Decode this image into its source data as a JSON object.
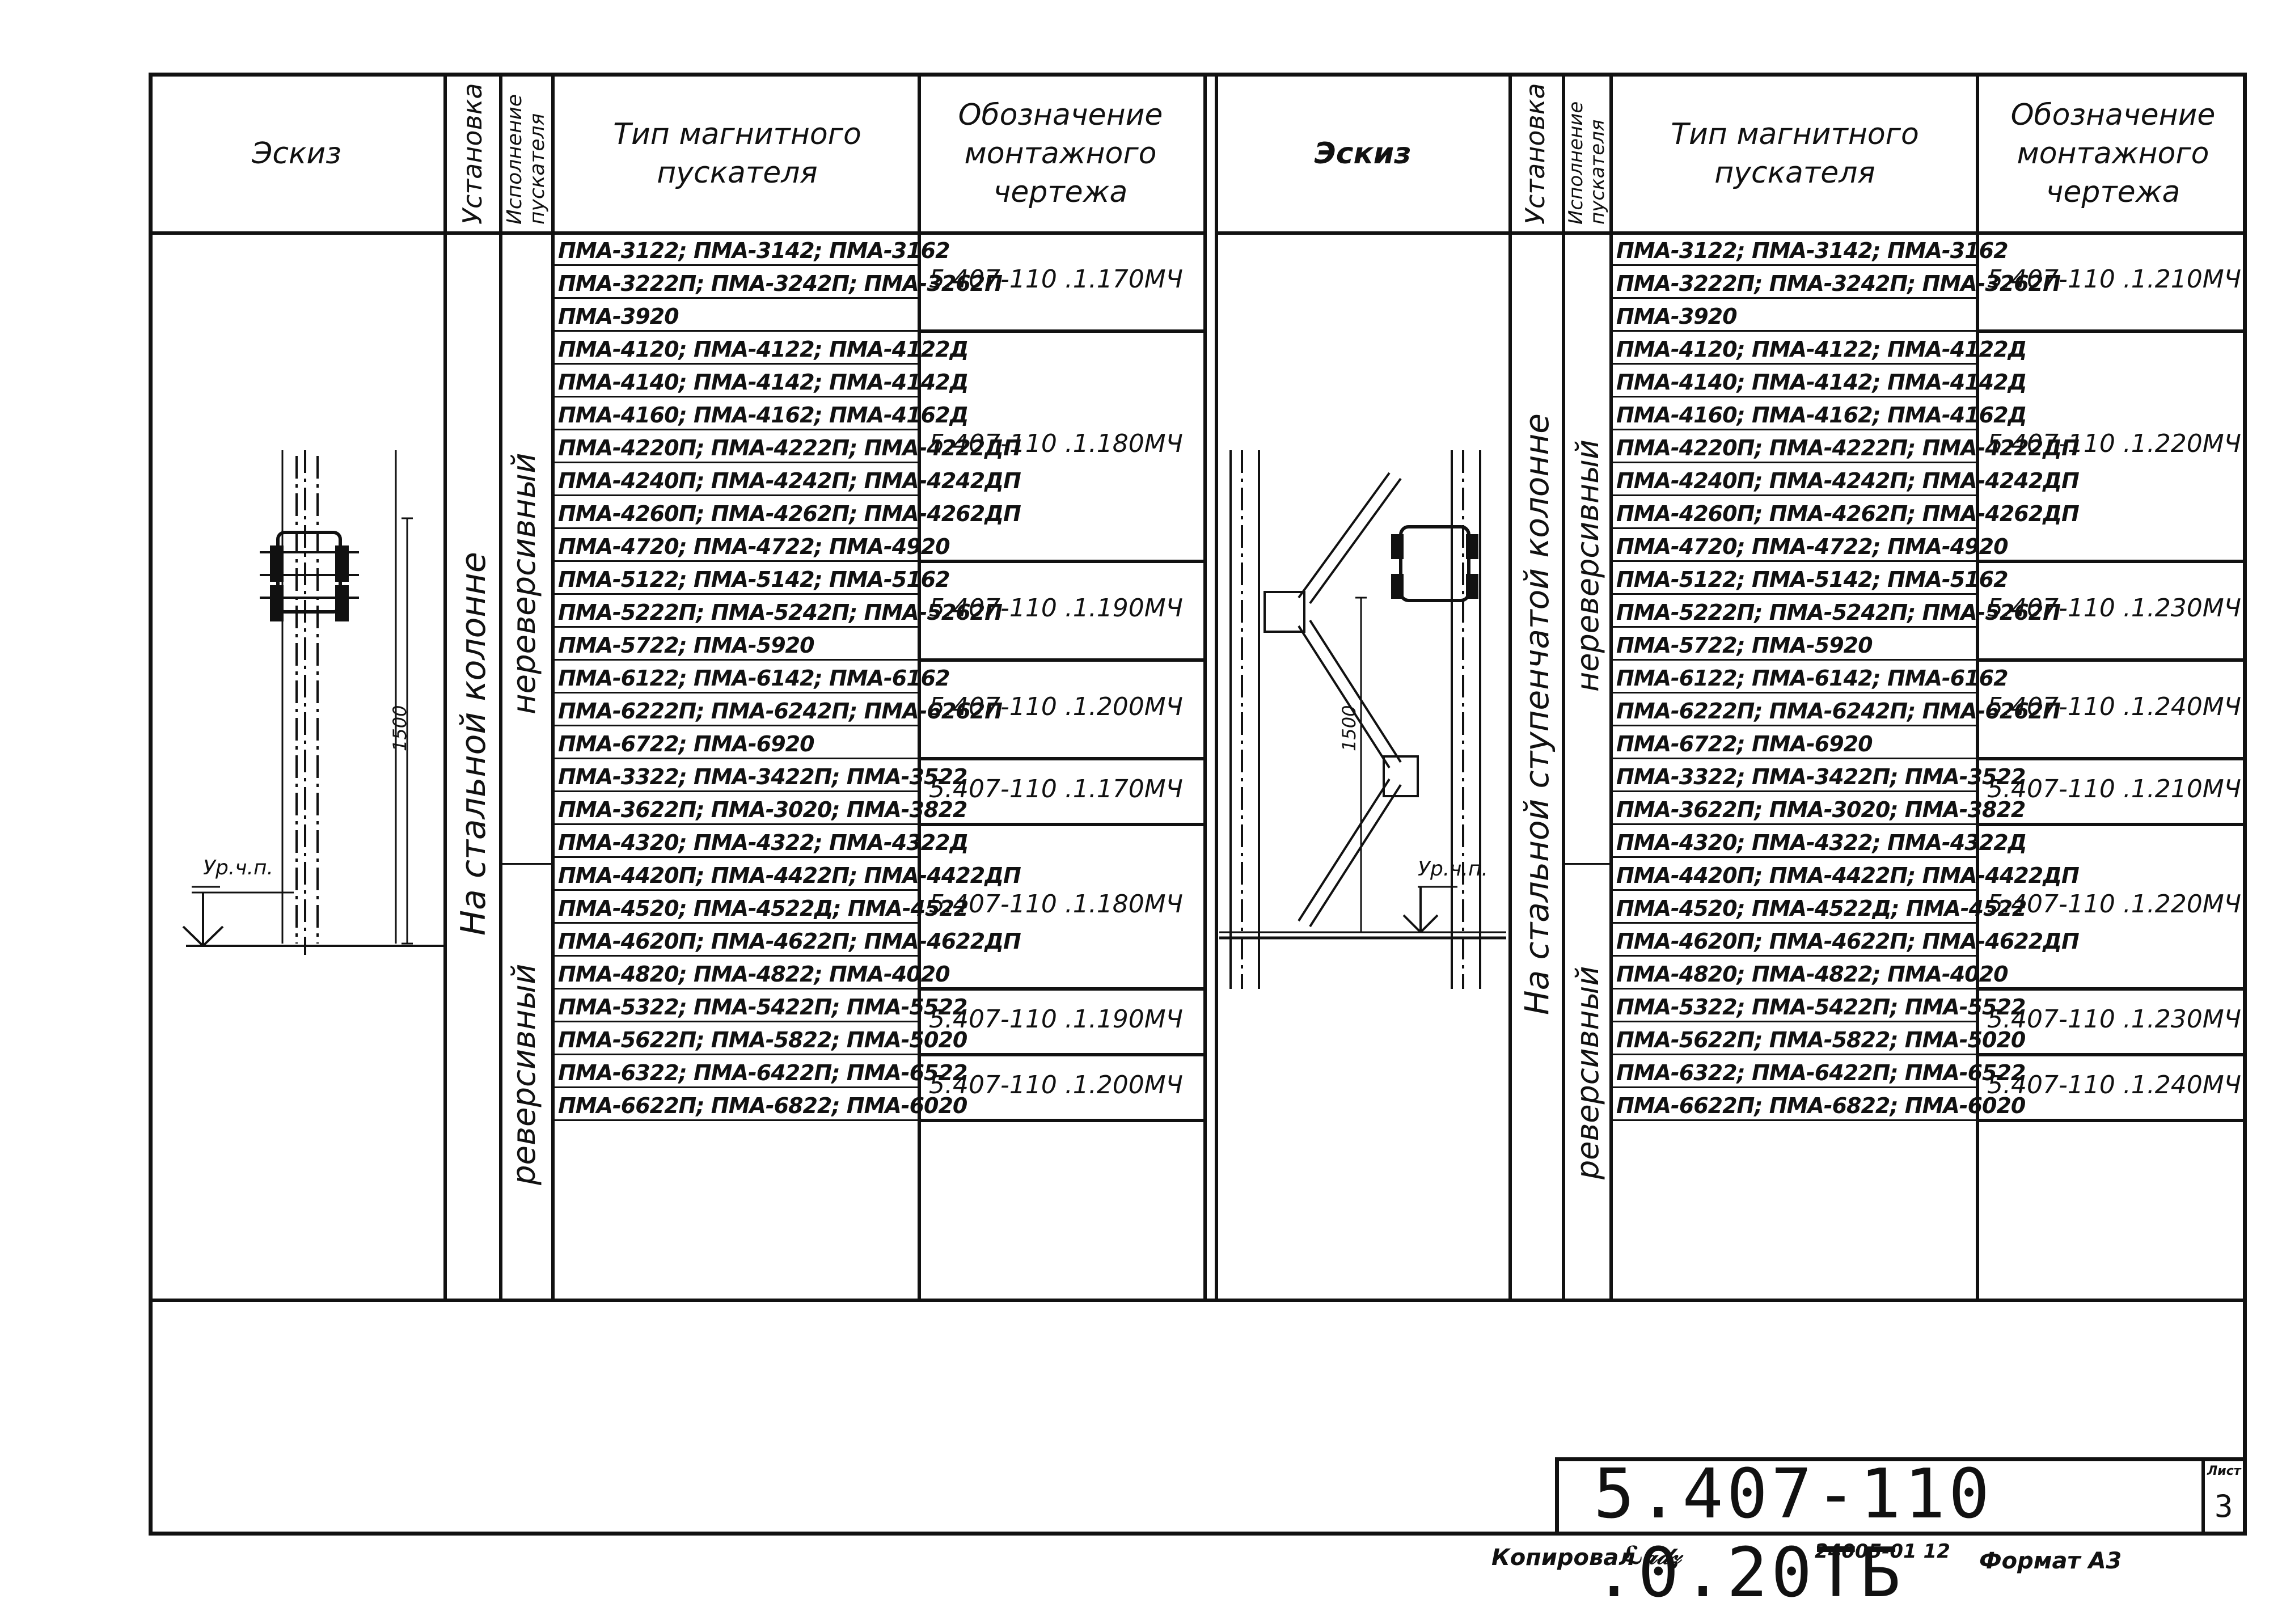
{
  "left": {
    "headers": {
      "sketch": "Эскиз",
      "installation": "Установка",
      "execution": "Исполнение пускателя",
      "type": "Тип магнитного пускателя",
      "designation": "Обозначение монтажного чертежа"
    },
    "installation_label": "На стальной колонне",
    "exec_labels": [
      "нереверсивный",
      "реверсивный"
    ],
    "sketch_labels": {
      "level": "Ур.ч.п.",
      "dimension": "1500"
    },
    "groups": [
      {
        "rows": [
          "ПМА-3122; ПМА-3142; ПМА-3162",
          "ПМА-3222П; ПМА-3242П; ПМА-3262П",
          "ПМА-3920"
        ],
        "code": "5.407-110 .1.170МЧ"
      },
      {
        "rows": [
          "ПМА-4120; ПМА-4122; ПМА-4122Д",
          "ПМА-4140; ПМА-4142; ПМА-4142Д",
          "ПМА-4160; ПМА-4162; ПМА-4162Д",
          "ПМА-4220П; ПМА-4222П; ПМА-4222ДП",
          "ПМА-4240П; ПМА-4242П; ПМА-4242ДП",
          "ПМА-4260П; ПМА-4262П; ПМА-4262ДП",
          "ПМА-4720; ПМА-4722; ПМА-4920"
        ],
        "code": "5.407-110 .1.180МЧ"
      },
      {
        "rows": [
          "ПМА-5122; ПМА-5142; ПМА-5162",
          "ПМА-5222П; ПМА-5242П; ПМА-5262П",
          "ПМА-5722; ПМА-5920"
        ],
        "code": "5.407-110 .1.190МЧ"
      },
      {
        "rows": [
          "ПМА-6122; ПМА-6142; ПМА-6162",
          "ПМА-6222П; ПМА-6242П; ПМА-6262П",
          "ПМА-6722; ПМА-6920"
        ],
        "code": "5.407-110 .1.200МЧ"
      },
      {
        "rows": [
          "ПМА-3322; ПМА-3422П; ПМА-3522",
          "ПМА-3622П; ПМА-3020; ПМА-3822"
        ],
        "code": "5.407-110 .1.170МЧ"
      },
      {
        "rows": [
          "ПМА-4320; ПМА-4322; ПМА-4322Д",
          "ПМА-4420П; ПМА-4422П; ПМА-4422ДП",
          "ПМА-4520; ПМА-4522Д; ПМА-4522",
          "ПМА-4620П; ПМА-4622П; ПМА-4622ДП",
          "ПМА-4820; ПМА-4822; ПМА-4020"
        ],
        "code": "5.407-110 .1.180МЧ"
      },
      {
        "rows": [
          "ПМА-5322; ПМА-5422П; ПМА-5522",
          "ПМА-5622П; ПМА-5822; ПМА-5020"
        ],
        "code": "5.407-110 .1.190МЧ"
      },
      {
        "rows": [
          "ПМА-6322; ПМА-6422П; ПМА-6522",
          "ПМА-6622П; ПМА-6822; ПМА-6020"
        ],
        "code": "5.407-110 .1.200МЧ"
      }
    ]
  },
  "right": {
    "headers": {
      "sketch": "Эскиз",
      "installation": "Установка",
      "execution": "Исполнение пускателя",
      "type": "Тип магнитного пускателя",
      "designation": "Обозначение монтажного чертежа"
    },
    "installation_label": "На стальной ступенчатой колонне",
    "exec_labels": [
      "нереверсивный",
      "реверсивный"
    ],
    "sketch_labels": {
      "level": "Ур.ч.п.",
      "dimension": "1500"
    },
    "groups": [
      {
        "rows": [
          "ПМА-3122; ПМА-3142; ПМА-3162",
          "ПМА-3222П; ПМА-3242П; ПМА-3262П",
          "ПМА-3920"
        ],
        "code": "5.407-110 .1.210МЧ"
      },
      {
        "rows": [
          "ПМА-4120; ПМА-4122; ПМА-4122Д",
          "ПМА-4140; ПМА-4142; ПМА-4142Д",
          "ПМА-4160; ПМА-4162; ПМА-4162Д",
          "ПМА-4220П; ПМА-4222П; ПМА-4222ДП",
          "ПМА-4240П; ПМА-4242П; ПМА-4242ДП",
          "ПМА-4260П; ПМА-4262П; ПМА-4262ДП",
          "ПМА-4720; ПМА-4722; ПМА-4920"
        ],
        "code": "5.407-110 .1.220МЧ"
      },
      {
        "rows": [
          "ПМА-5122; ПМА-5142; ПМА-5162",
          "ПМА-5222П; ПМА-5242П; ПМА-5262П",
          "ПМА-5722; ПМА-5920"
        ],
        "code": "5.407-110 .1.230МЧ"
      },
      {
        "rows": [
          "ПМА-6122; ПМА-6142; ПМА-6162",
          "ПМА-6222П; ПМА-6242П; ПМА-6262П",
          "ПМА-6722; ПМА-6920"
        ],
        "code": "5.407-110 .1.240МЧ"
      },
      {
        "rows": [
          "ПМА-3322; ПМА-3422П; ПМА-3522",
          "ПМА-3622П; ПМА-3020; ПМА-3822"
        ],
        "code": "5.407-110 .1.210МЧ"
      },
      {
        "rows": [
          "ПМА-4320; ПМА-4322; ПМА-4322Д",
          "ПМА-4420П; ПМА-4422П; ПМА-4422ДП",
          "ПМА-4520; ПМА-4522Д; ПМА-4522",
          "ПМА-4620П; ПМА-4622П; ПМА-4622ДП",
          "ПМА-4820; ПМА-4822; ПМА-4020"
        ],
        "code": "5.407-110 .1.220МЧ"
      },
      {
        "rows": [
          "ПМА-5322; ПМА-5422П; ПМА-5522",
          "ПМА-5622П; ПМА-5822; ПМА-5020"
        ],
        "code": "5.407-110 .1.230МЧ"
      },
      {
        "rows": [
          "ПМА-6322; ПМА-6422П; ПМА-6522",
          "ПМА-6622П; ПМА-6822; ПМА-6020"
        ],
        "code": "5.407-110 .1.240МЧ"
      }
    ]
  },
  "title_block": {
    "doc_code": "5.407-110 .0.20ТБ",
    "sheet_label": "Лист",
    "sheet_number": "3"
  },
  "footer": {
    "copied_label": "Копировал",
    "order_number": "24005-01 12",
    "format_label": "Формат А3"
  }
}
